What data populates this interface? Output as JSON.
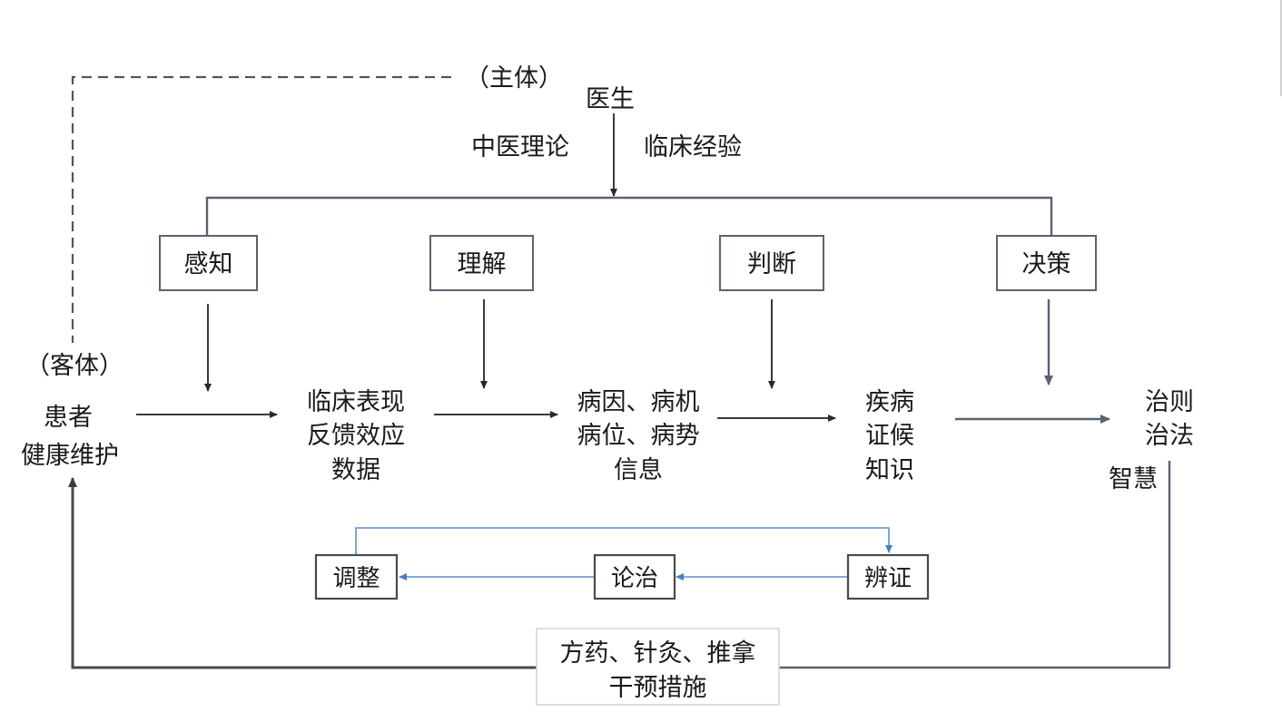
{
  "diagram": {
    "subject_label": "（主体）",
    "doctor_label": "医生",
    "tcm_theory_label": "中医理论",
    "clinical_experience_label": "临床经验",
    "object_label": "（客体）",
    "patient": {
      "line1": "患者",
      "line2": "健康维护"
    },
    "stages": [
      {
        "id": "perception",
        "label": "感知"
      },
      {
        "id": "understanding",
        "label": "理解"
      },
      {
        "id": "judgment",
        "label": "判断"
      },
      {
        "id": "decision",
        "label": "决策"
      }
    ],
    "levels": [
      {
        "id": "data",
        "lines": [
          "临床表现",
          "反馈效应",
          "数据"
        ]
      },
      {
        "id": "information",
        "lines": [
          "病因、病机",
          "病位、病势",
          "信息"
        ]
      },
      {
        "id": "knowledge",
        "lines": [
          "疾病",
          "证候",
          "知识"
        ]
      },
      {
        "id": "wisdom",
        "lines": [
          "治则",
          "治法"
        ],
        "sub_label": "智慧"
      }
    ],
    "cycle": [
      {
        "id": "adjust",
        "label": "调整"
      },
      {
        "id": "treatment",
        "label": "论治"
      },
      {
        "id": "differentiation",
        "label": "辨证"
      }
    ],
    "intervention": {
      "line1": "方药、针灸、推拿",
      "line2": "干预措施"
    },
    "colors": {
      "cycle_arrow": "#5b8fc7",
      "box_border": "#5a6270",
      "text": "#1a1a1a"
    }
  }
}
